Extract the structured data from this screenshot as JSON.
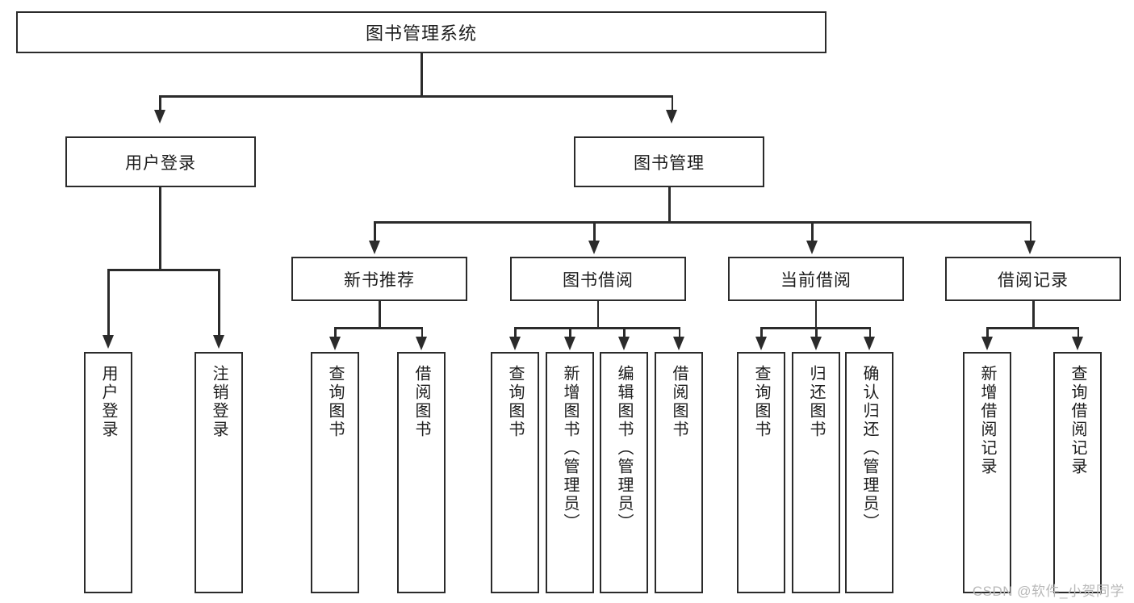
{
  "diagram": {
    "title": "图书管理系统",
    "type": "tree-hierarchy-chart",
    "watermark": "CSDN @软件_小贺同学"
  },
  "root": {
    "label": "图书管理系统"
  },
  "level2": [
    {
      "label": "用户登录"
    },
    {
      "label": "图书管理"
    }
  ],
  "level3": [
    {
      "label": "新书推荐"
    },
    {
      "label": "图书借阅"
    },
    {
      "label": "当前借阅"
    },
    {
      "label": "借阅记录"
    }
  ],
  "leaves": {
    "user_login": [
      {
        "label": "用户登录"
      },
      {
        "label": "注销登录"
      }
    ],
    "new_book": [
      {
        "label": "查询图书"
      },
      {
        "label": "借阅图书"
      }
    ],
    "borrow_book": [
      {
        "label": "查询图书"
      },
      {
        "label": "新增图书（管理员）"
      },
      {
        "label": "编辑图书（管理员）"
      },
      {
        "label": "借阅图书"
      }
    ],
    "current_borrow": [
      {
        "label": "查询图书"
      },
      {
        "label": "归还图书"
      },
      {
        "label": "确认归还（管理员）"
      }
    ],
    "borrow_record": [
      {
        "label": "新增借阅记录"
      },
      {
        "label": "查询借阅记录"
      }
    ]
  },
  "colors": {
    "stroke": "#2b2b2b",
    "fill": "#ffffff",
    "text": "#1c1c1c",
    "watermark": "#b9b9b9"
  }
}
